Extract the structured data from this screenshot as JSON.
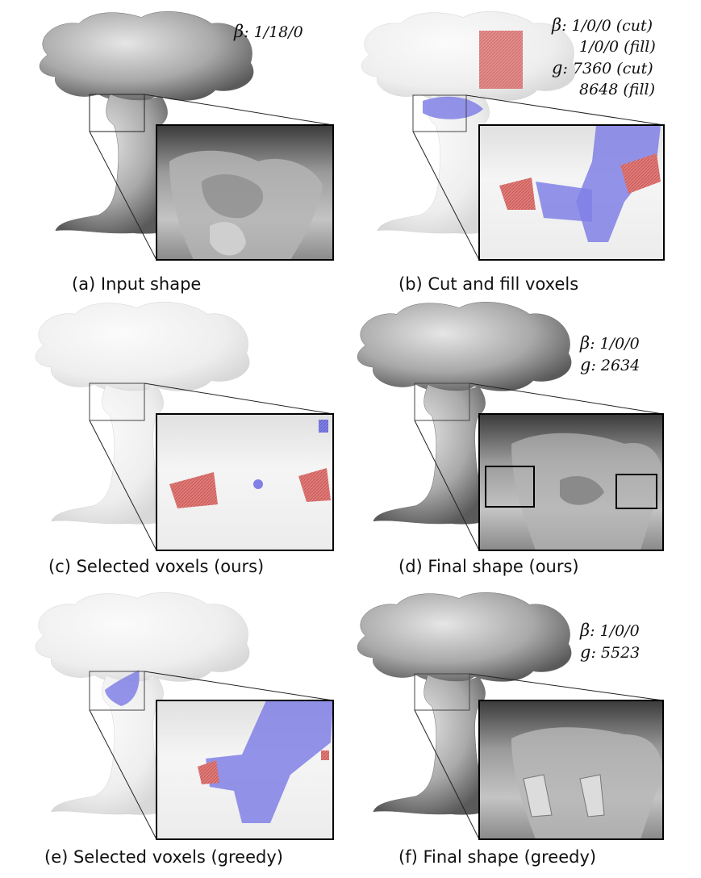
{
  "panels": [
    {
      "id": "a",
      "caption": "(a) Input shape",
      "stats": [
        {
          "sym": "β",
          "value": "1/18/0"
        }
      ]
    },
    {
      "id": "b",
      "caption": "(b) Cut and fill voxels",
      "stats": [
        {
          "sym": "β",
          "value": "1/0/0 (cut)"
        },
        {
          "sym": "",
          "value": "1/0/0 (fill)"
        },
        {
          "sym": "g",
          "value": "7360 (cut)"
        },
        {
          "sym": "",
          "value": "8648 (fill)"
        }
      ]
    },
    {
      "id": "c",
      "caption": "(c) Selected voxels (ours)",
      "stats": []
    },
    {
      "id": "d",
      "caption": "(d) Final shape (ours)",
      "stats": [
        {
          "sym": "β",
          "value": "1/0/0"
        },
        {
          "sym": "g",
          "value": "2634"
        }
      ]
    },
    {
      "id": "e",
      "caption": "(e) Selected voxels (greedy)",
      "stats": []
    },
    {
      "id": "f",
      "caption": "(f) Final shape (greedy)",
      "stats": [
        {
          "sym": "β",
          "value": "1/0/0"
        },
        {
          "sym": "g",
          "value": "5523"
        }
      ]
    }
  ],
  "colors": {
    "cut": "#e07b78",
    "fill": "#7f7fe0",
    "mesh_gray": "#9a9a9a",
    "mesh_ghost": "#eeeeee"
  }
}
